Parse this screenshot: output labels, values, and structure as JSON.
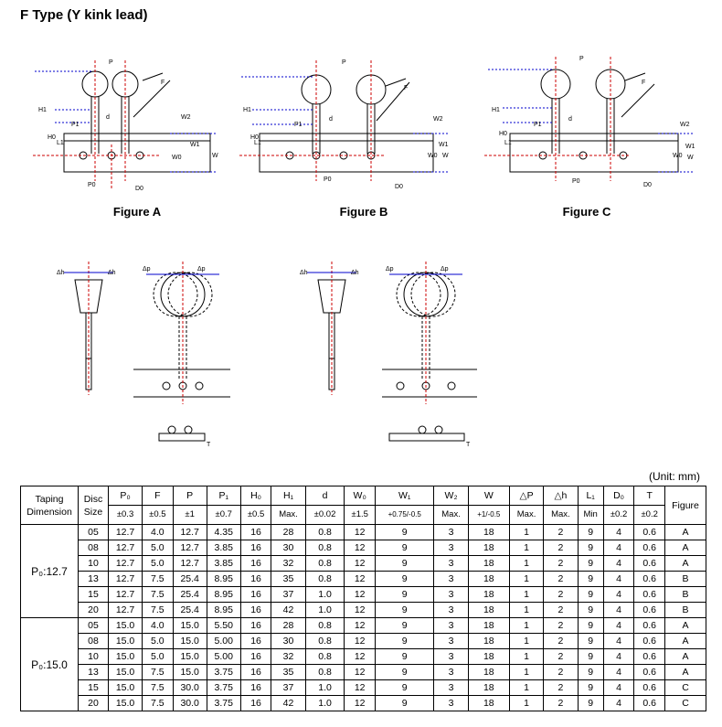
{
  "title": "F Type (Y kink lead)",
  "figures": [
    {
      "label": "Figure A"
    },
    {
      "label": "Figure B"
    },
    {
      "label": "Figure C"
    }
  ],
  "diagram_labels": {
    "p": "P",
    "f": "F",
    "h1": "H1",
    "h0": "H0",
    "l1": "L1",
    "p1": "P1",
    "d": "d",
    "p0": "P0",
    "d0": "D0",
    "w": "W",
    "w0": "W0",
    "w1": "W1",
    "w2": "W2",
    "delta_h": "Δh",
    "delta_p": "Δp",
    "t": "T"
  },
  "unit_note": "(Unit: mm)",
  "table": {
    "header_left": [
      "Taping",
      "Dimension"
    ],
    "header_disc": [
      "Disc",
      "Size"
    ],
    "columns": [
      {
        "sym": "P₀",
        "tol": "±0.3"
      },
      {
        "sym": "F",
        "tol": "±0.5"
      },
      {
        "sym": "P",
        "tol": "±1"
      },
      {
        "sym": "P₁",
        "tol": "±0.7"
      },
      {
        "sym": "H₀",
        "tol": "±0.5"
      },
      {
        "sym": "H₁",
        "tol": "Max."
      },
      {
        "sym": "d",
        "tol": "±0.02"
      },
      {
        "sym": "W₀",
        "tol": "±1.5"
      },
      {
        "sym": "W₁",
        "tol": "+0.75/-0.5"
      },
      {
        "sym": "W₂",
        "tol": "Max."
      },
      {
        "sym": "W",
        "tol": "+1/-0.5"
      },
      {
        "sym": "△P",
        "tol": "Max."
      },
      {
        "sym": "△h",
        "tol": "Max."
      },
      {
        "sym": "L₁",
        "tol": "Min"
      },
      {
        "sym": "D₀",
        "tol": "±0.2"
      },
      {
        "sym": "T",
        "tol": "±0.2"
      }
    ],
    "header_figure": "Figure",
    "groups": [
      {
        "label": "P₀:12.7",
        "rows": [
          [
            "05",
            "12.7",
            "4.0",
            "12.7",
            "4.35",
            "16",
            "28",
            "0.8",
            "12",
            "9",
            "3",
            "18",
            "1",
            "2",
            "9",
            "4",
            "0.6",
            "A"
          ],
          [
            "08",
            "12.7",
            "5.0",
            "12.7",
            "3.85",
            "16",
            "30",
            "0.8",
            "12",
            "9",
            "3",
            "18",
            "1",
            "2",
            "9",
            "4",
            "0.6",
            "A"
          ],
          [
            "10",
            "12.7",
            "5.0",
            "12.7",
            "3.85",
            "16",
            "32",
            "0.8",
            "12",
            "9",
            "3",
            "18",
            "1",
            "2",
            "9",
            "4",
            "0.6",
            "A"
          ],
          [
            "13",
            "12.7",
            "7.5",
            "25.4",
            "8.95",
            "16",
            "35",
            "0.8",
            "12",
            "9",
            "3",
            "18",
            "1",
            "2",
            "9",
            "4",
            "0.6",
            "B"
          ],
          [
            "15",
            "12.7",
            "7.5",
            "25.4",
            "8.95",
            "16",
            "37",
            "1.0",
            "12",
            "9",
            "3",
            "18",
            "1",
            "2",
            "9",
            "4",
            "0.6",
            "B"
          ],
          [
            "20",
            "12.7",
            "7.5",
            "25.4",
            "8.95",
            "16",
            "42",
            "1.0",
            "12",
            "9",
            "3",
            "18",
            "1",
            "2",
            "9",
            "4",
            "0.6",
            "B"
          ]
        ]
      },
      {
        "label": "P₀:15.0",
        "rows": [
          [
            "05",
            "15.0",
            "4.0",
            "15.0",
            "5.50",
            "16",
            "28",
            "0.8",
            "12",
            "9",
            "3",
            "18",
            "1",
            "2",
            "9",
            "4",
            "0.6",
            "A"
          ],
          [
            "08",
            "15.0",
            "5.0",
            "15.0",
            "5.00",
            "16",
            "30",
            "0.8",
            "12",
            "9",
            "3",
            "18",
            "1",
            "2",
            "9",
            "4",
            "0.6",
            "A"
          ],
          [
            "10",
            "15.0",
            "5.0",
            "15.0",
            "5.00",
            "16",
            "32",
            "0.8",
            "12",
            "9",
            "3",
            "18",
            "1",
            "2",
            "9",
            "4",
            "0.6",
            "A"
          ],
          [
            "13",
            "15.0",
            "7.5",
            "15.0",
            "3.75",
            "16",
            "35",
            "0.8",
            "12",
            "9",
            "3",
            "18",
            "1",
            "2",
            "9",
            "4",
            "0.6",
            "A"
          ],
          [
            "15",
            "15.0",
            "7.5",
            "30.0",
            "3.75",
            "16",
            "37",
            "1.0",
            "12",
            "9",
            "3",
            "18",
            "1",
            "2",
            "9",
            "4",
            "0.6",
            "C"
          ],
          [
            "20",
            "15.0",
            "7.5",
            "30.0",
            "3.75",
            "16",
            "42",
            "1.0",
            "12",
            "9",
            "3",
            "18",
            "1",
            "2",
            "9",
            "4",
            "0.6",
            "C"
          ]
        ]
      }
    ]
  }
}
